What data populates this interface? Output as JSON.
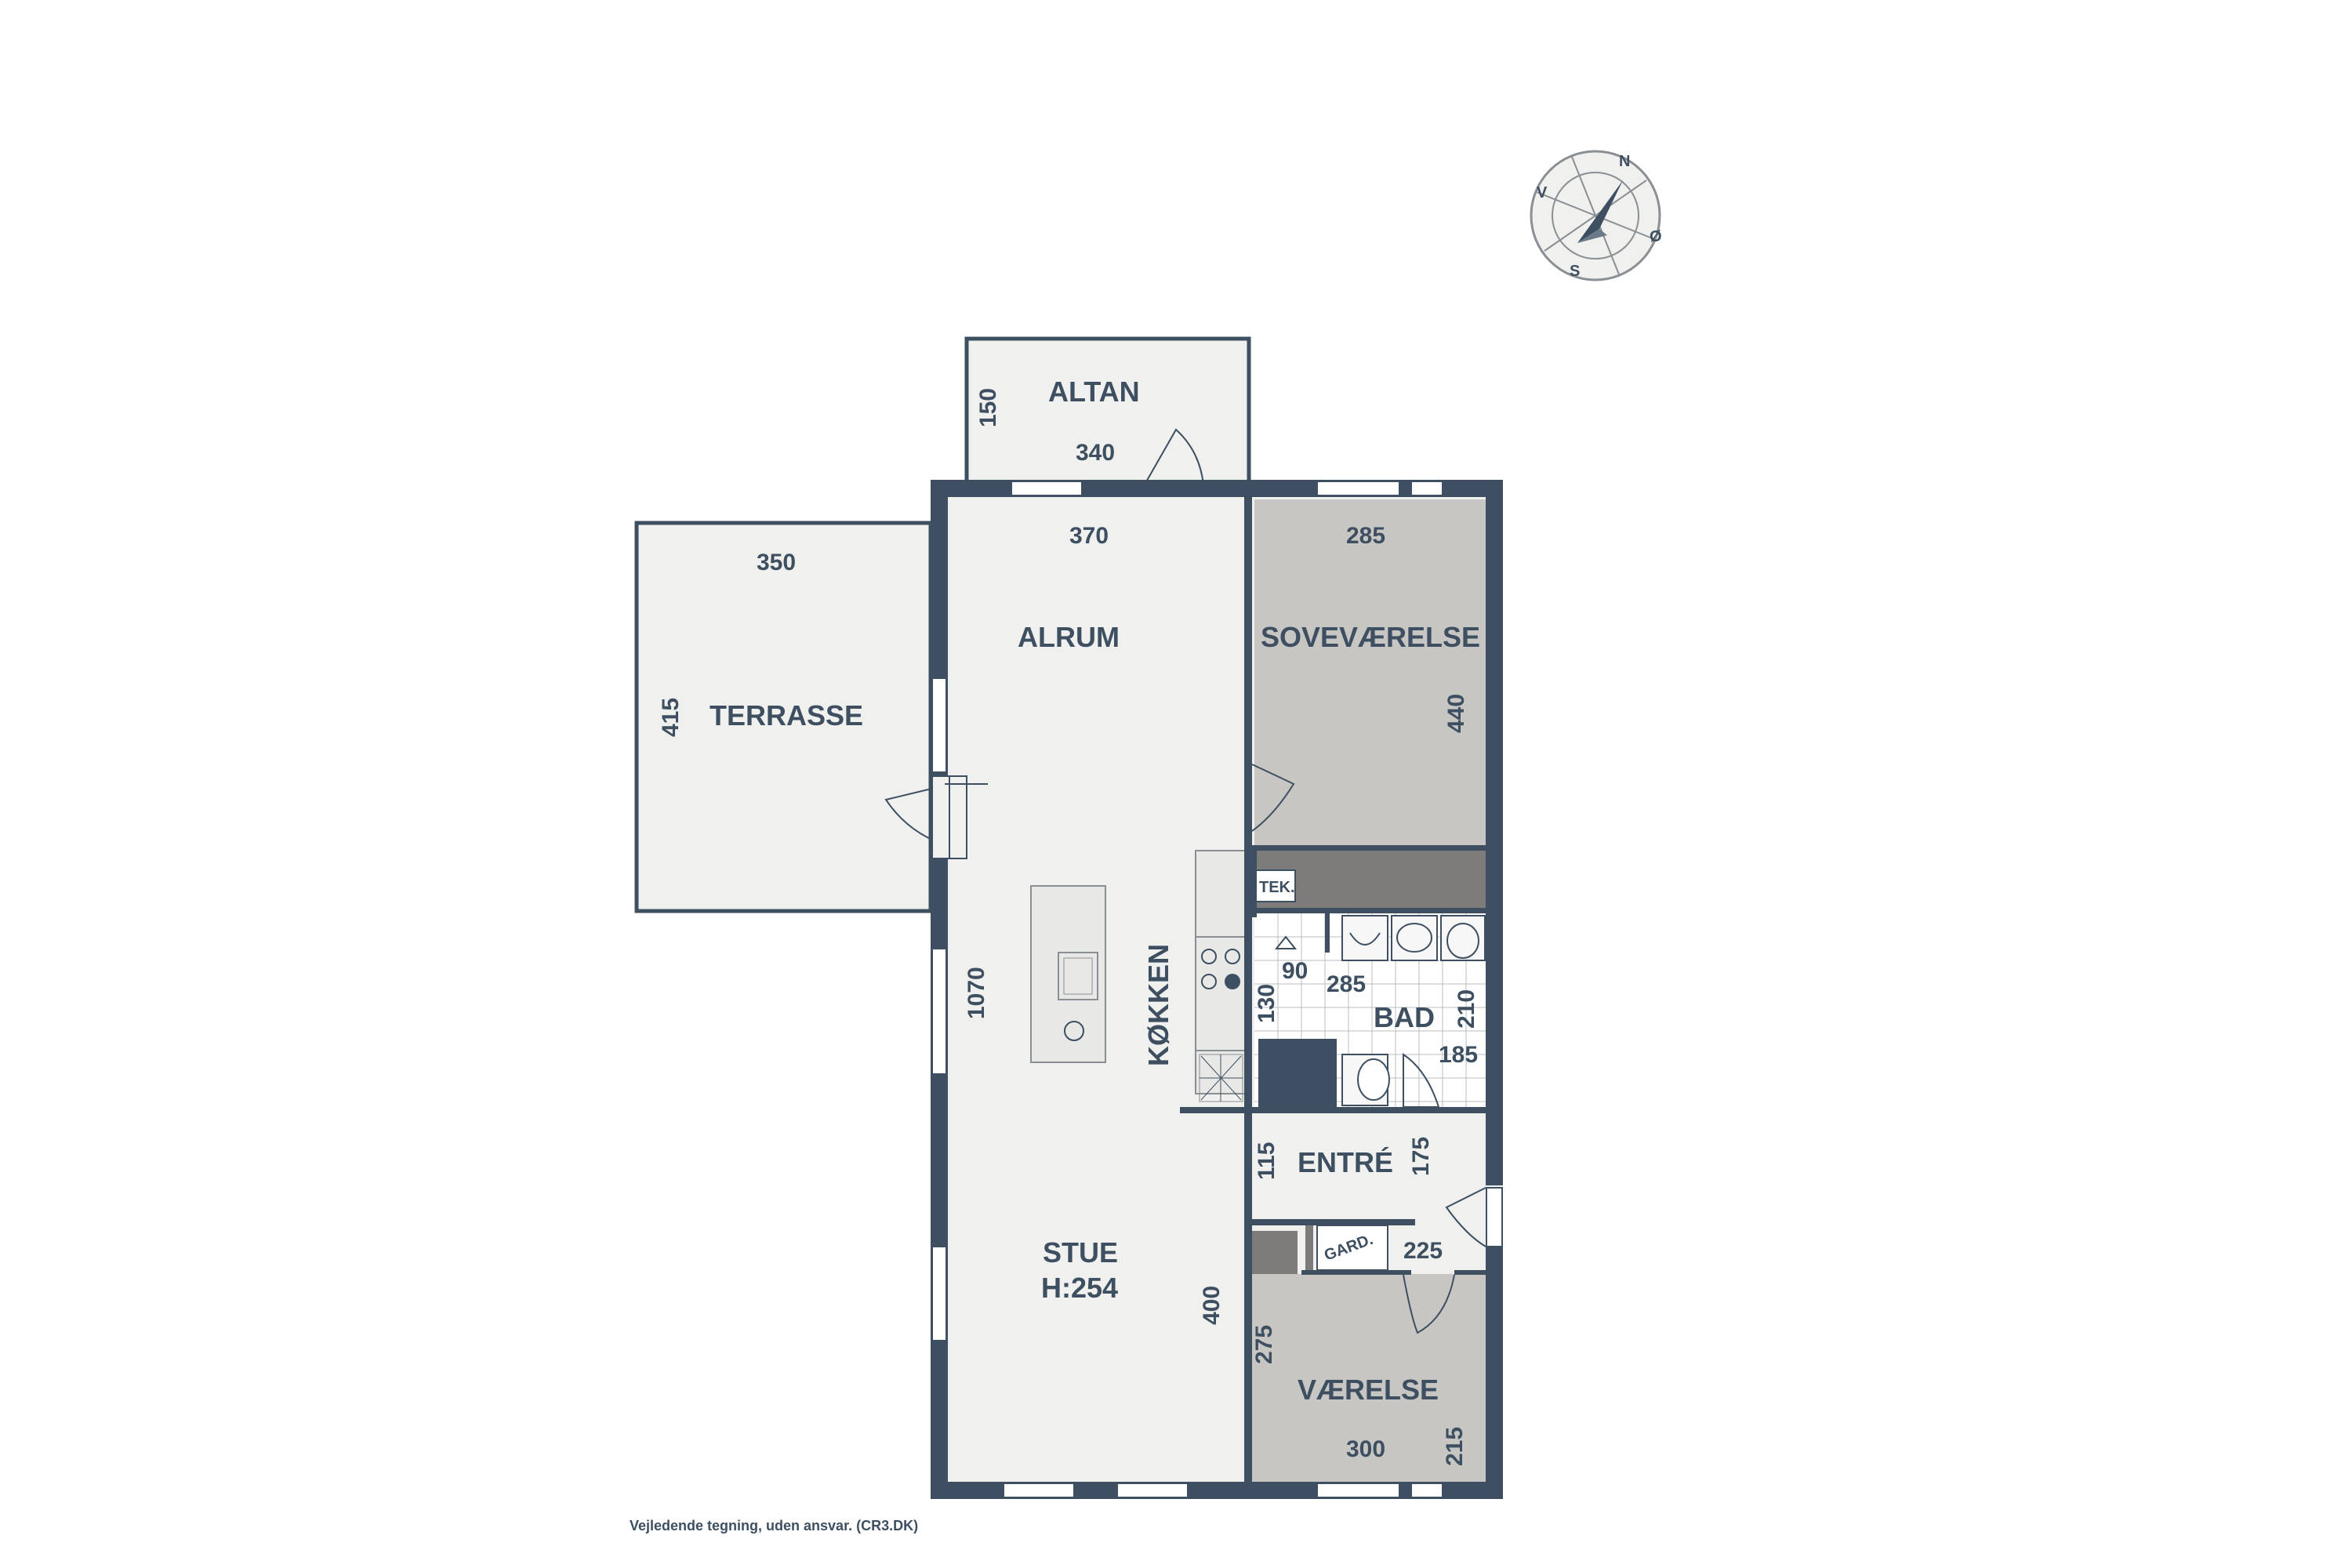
{
  "colors": {
    "wall": "#3d4f60",
    "floor": "#f0f0ee",
    "gray_room": "#c8c6c2",
    "dark_band": "#7d7c7a",
    "line": "#8a8f94"
  },
  "compass": {
    "n": "N",
    "o": "Ø",
    "s": "S",
    "v": "V",
    "icon": "compass-rose-icon"
  },
  "rooms": {
    "altan": {
      "name": "ALTAN",
      "dims": [
        "150",
        "340"
      ]
    },
    "terrasse": {
      "name": "TERRASSE",
      "dims": [
        "350",
        "415"
      ]
    },
    "alrum": {
      "name": "ALRUM",
      "dims": [
        "370"
      ]
    },
    "sovevaerelse": {
      "name": "SOVEVÆRELSE",
      "dims": [
        "285",
        "440"
      ]
    },
    "tek": {
      "name": "TEK."
    },
    "kokken": {
      "name": "KØKKEN",
      "dims": [
        "1070"
      ]
    },
    "bad": {
      "name": "BAD",
      "dims": [
        "90",
        "130",
        "285",
        "210",
        "185"
      ]
    },
    "entre": {
      "name": "ENTRÉ",
      "dims": [
        "115",
        "175",
        "225"
      ]
    },
    "gard": {
      "name": "GARD."
    },
    "stue": {
      "name": "STUE",
      "height": "H:254",
      "dims": [
        "400"
      ]
    },
    "vaerelse": {
      "name": "VÆRELSE",
      "dims": [
        "275",
        "300",
        "215"
      ]
    }
  },
  "disclaimer": "Vejledende tegning, uden ansvar. (CR3.DK)"
}
